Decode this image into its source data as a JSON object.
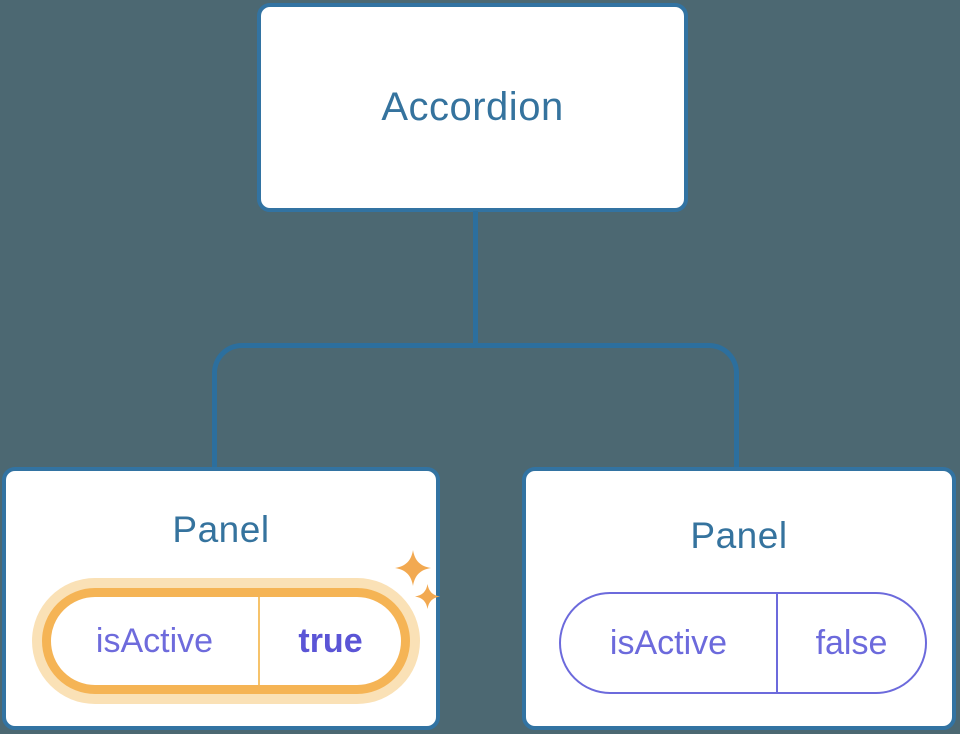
{
  "colors": {
    "background": "#4C6872",
    "node_border": "#3273A2",
    "connector_line": "#2C6F9E",
    "node_title_text": "#35739E",
    "prop_name_text": "#6E6BDC",
    "active_value_text": "#5B55D6",
    "inactive_pill_border": "#6C6ADC",
    "highlight_ring": "#F5B455",
    "highlight_glow": "#FAE1B6",
    "highlight_divider": "#F6C36B",
    "sparkle": "#F2A951"
  },
  "diagram": {
    "root": {
      "label": "Accordion"
    },
    "children": [
      {
        "title": "Panel",
        "prop_name": "isActive",
        "prop_value": "true",
        "highlighted": true
      },
      {
        "title": "Panel",
        "prop_name": "isActive",
        "prop_value": "false",
        "highlighted": false
      }
    ]
  }
}
